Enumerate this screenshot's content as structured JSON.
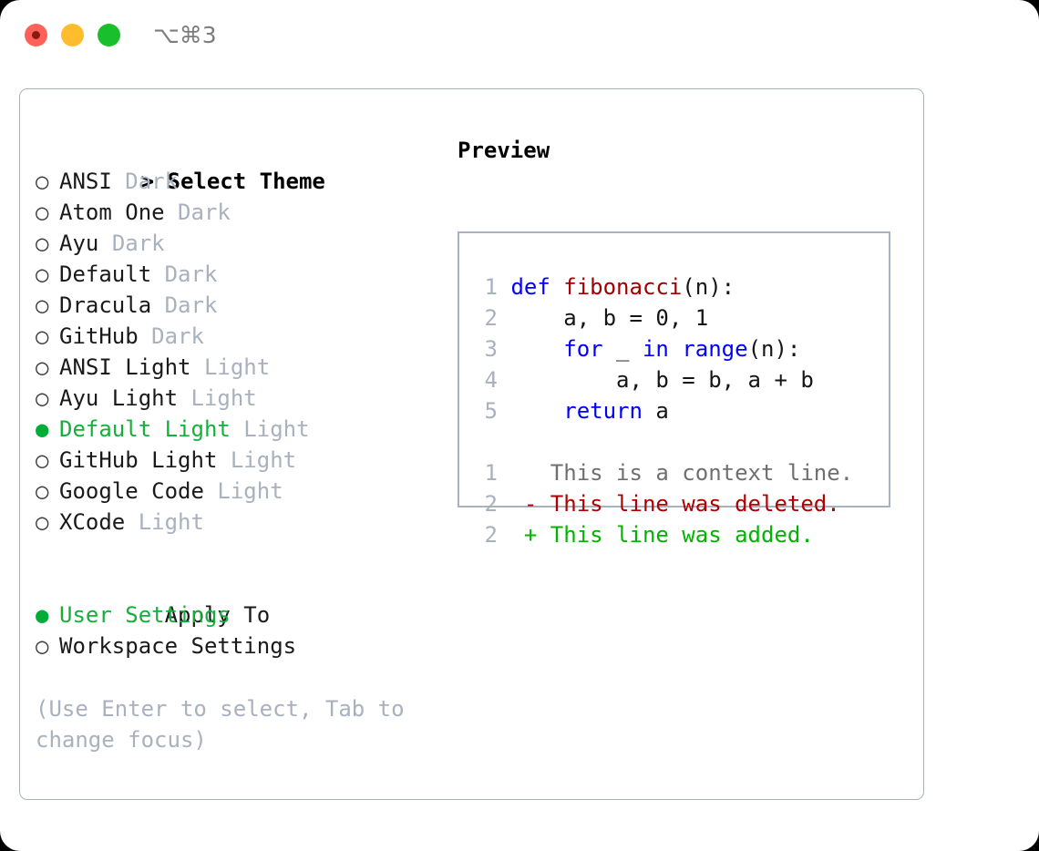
{
  "window": {
    "title": "⌥⌘3",
    "traffic_lights": [
      {
        "name": "close",
        "color": "#ff6058"
      },
      {
        "name": "minimize",
        "color": "#ffbd2e"
      },
      {
        "name": "maximize",
        "color": "#1ac02b"
      }
    ]
  },
  "theme_panel": {
    "header": "> Select Theme",
    "bullet_selected": "●",
    "bullet_empty": "○",
    "items": [
      {
        "bullet": "○",
        "name": "ANSI",
        "variant": "Dark",
        "selected": false
      },
      {
        "bullet": "○",
        "name": "Atom One",
        "variant": "Dark",
        "selected": false
      },
      {
        "bullet": "○",
        "name": "Ayu",
        "variant": "Dark",
        "selected": false
      },
      {
        "bullet": "○",
        "name": "Default",
        "variant": "Dark",
        "selected": false
      },
      {
        "bullet": "○",
        "name": "Dracula",
        "variant": "Dark",
        "selected": false
      },
      {
        "bullet": "○",
        "name": "GitHub",
        "variant": "Dark",
        "selected": false
      },
      {
        "bullet": "○",
        "name": "ANSI Light",
        "variant": "Light",
        "selected": false
      },
      {
        "bullet": "○",
        "name": "Ayu Light",
        "variant": "Light",
        "selected": false
      },
      {
        "bullet": "●",
        "name": "Default Light",
        "variant": "Light",
        "selected": true
      },
      {
        "bullet": "○",
        "name": "GitHub Light",
        "variant": "Light",
        "selected": false
      },
      {
        "bullet": "○",
        "name": "Google Code",
        "variant": "Light",
        "selected": false
      },
      {
        "bullet": "○",
        "name": "XCode",
        "variant": "Light",
        "selected": false
      }
    ]
  },
  "apply_to": {
    "header": "Apply To",
    "items": [
      {
        "bullet": "●",
        "name": "User Settings",
        "selected": true
      },
      {
        "bullet": "○",
        "name": "Workspace Settings",
        "selected": false
      }
    ]
  },
  "hint": "(Use Enter to select, Tab to change focus)",
  "preview": {
    "title": "Preview",
    "code_lines": [
      {
        "num": "1",
        "tokens": [
          {
            "t": "def ",
            "c": "kw"
          },
          {
            "t": "fibonacci",
            "c": "fn"
          },
          {
            "t": "(n):",
            "c": "code-body"
          }
        ]
      },
      {
        "num": "2",
        "tokens": [
          {
            "t": "    a, b = 0, 1",
            "c": "code-body"
          }
        ]
      },
      {
        "num": "3",
        "tokens": [
          {
            "t": "    ",
            "c": "code-body"
          },
          {
            "t": "for",
            "c": "kw"
          },
          {
            "t": " _ ",
            "c": "code-body"
          },
          {
            "t": "in",
            "c": "kw"
          },
          {
            "t": " ",
            "c": "code-body"
          },
          {
            "t": "range",
            "c": "kw"
          },
          {
            "t": "(n):",
            "c": "code-body"
          }
        ]
      },
      {
        "num": "4",
        "tokens": [
          {
            "t": "        a, b = b, a + b",
            "c": "code-body"
          }
        ]
      },
      {
        "num": "5",
        "tokens": [
          {
            "t": "    ",
            "c": "code-body"
          },
          {
            "t": "return",
            "c": "kw"
          },
          {
            "t": " a",
            "c": "code-body"
          }
        ]
      }
    ],
    "diff_lines": [
      {
        "num": "1",
        "tokens": [
          {
            "t": "   This is a context line.",
            "c": "ctx"
          }
        ]
      },
      {
        "num": "2",
        "tokens": [
          {
            "t": " - This line was deleted.",
            "c": "del"
          }
        ]
      },
      {
        "num": "2",
        "tokens": [
          {
            "t": " + This line was added.",
            "c": "add"
          }
        ]
      }
    ]
  },
  "colors": {
    "accent_green": "#15b03a",
    "muted": "#a9b1be",
    "keyword_blue": "#0000ff",
    "function_red": "#a00000",
    "diff_added": "#00b400",
    "diff_deleted": "#b00000",
    "border": "#a8b2c0"
  }
}
